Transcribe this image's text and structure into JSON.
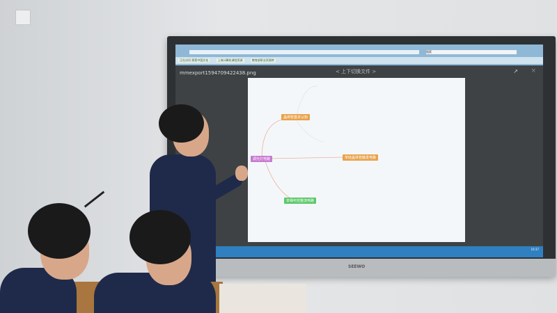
{
  "viewer": {
    "filename": "mmexport1594709422438.png",
    "switch_file": "< 上下切换文件 >",
    "expand_icon": "↗",
    "close_icon": "×",
    "search_text": "搜索",
    "tabs": [
      "正在访问 探索中国文化",
      "上海计算机课程资源",
      "教育部职业资源库"
    ],
    "clock": "10:37"
  },
  "mindmap": {
    "root": "调光灯电路",
    "branches": [
      "晶闸管基本认知",
      "单结晶体管触发电路",
      "单相可控整流电路"
    ],
    "colors": {
      "root": "#c77ad1",
      "orange": "#e8a24a",
      "green": "#5cc86a"
    }
  },
  "toolbar": {
    "zoom_in": "+",
    "zoom_out": "−",
    "rotate": "↻",
    "prev": "<",
    "next": ">"
  },
  "monitor": {
    "brand": "SEEWO"
  }
}
